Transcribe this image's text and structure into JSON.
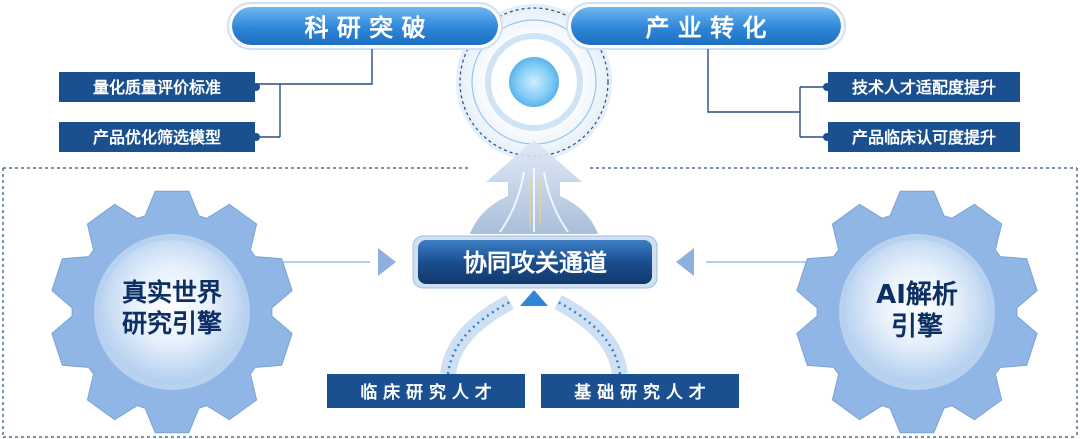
{
  "top": {
    "left_pill": "科 研 突 破",
    "right_pill": "产 业 转 化"
  },
  "left_items": [
    "量化质量评价标准",
    "产品优化筛选模型"
  ],
  "right_items": [
    "技术人才适配度提升",
    "产品临床认可度提升"
  ],
  "center": {
    "channel": "协同攻关通道"
  },
  "bottom_items": [
    "临 床 研 究 人 才",
    "基 础 研 究 人 才"
  ],
  "gears": {
    "left": [
      "真实世界",
      "研究引擎"
    ],
    "right": [
      "AI解析",
      "引擎"
    ]
  },
  "colors": {
    "pill_blue": "#2f86d8",
    "box_navy": "#1a4f90",
    "gear_blue": "#8fb6e4",
    "line_navy": "#2a4e7a",
    "accent_cyan": "#7fc3f2"
  }
}
